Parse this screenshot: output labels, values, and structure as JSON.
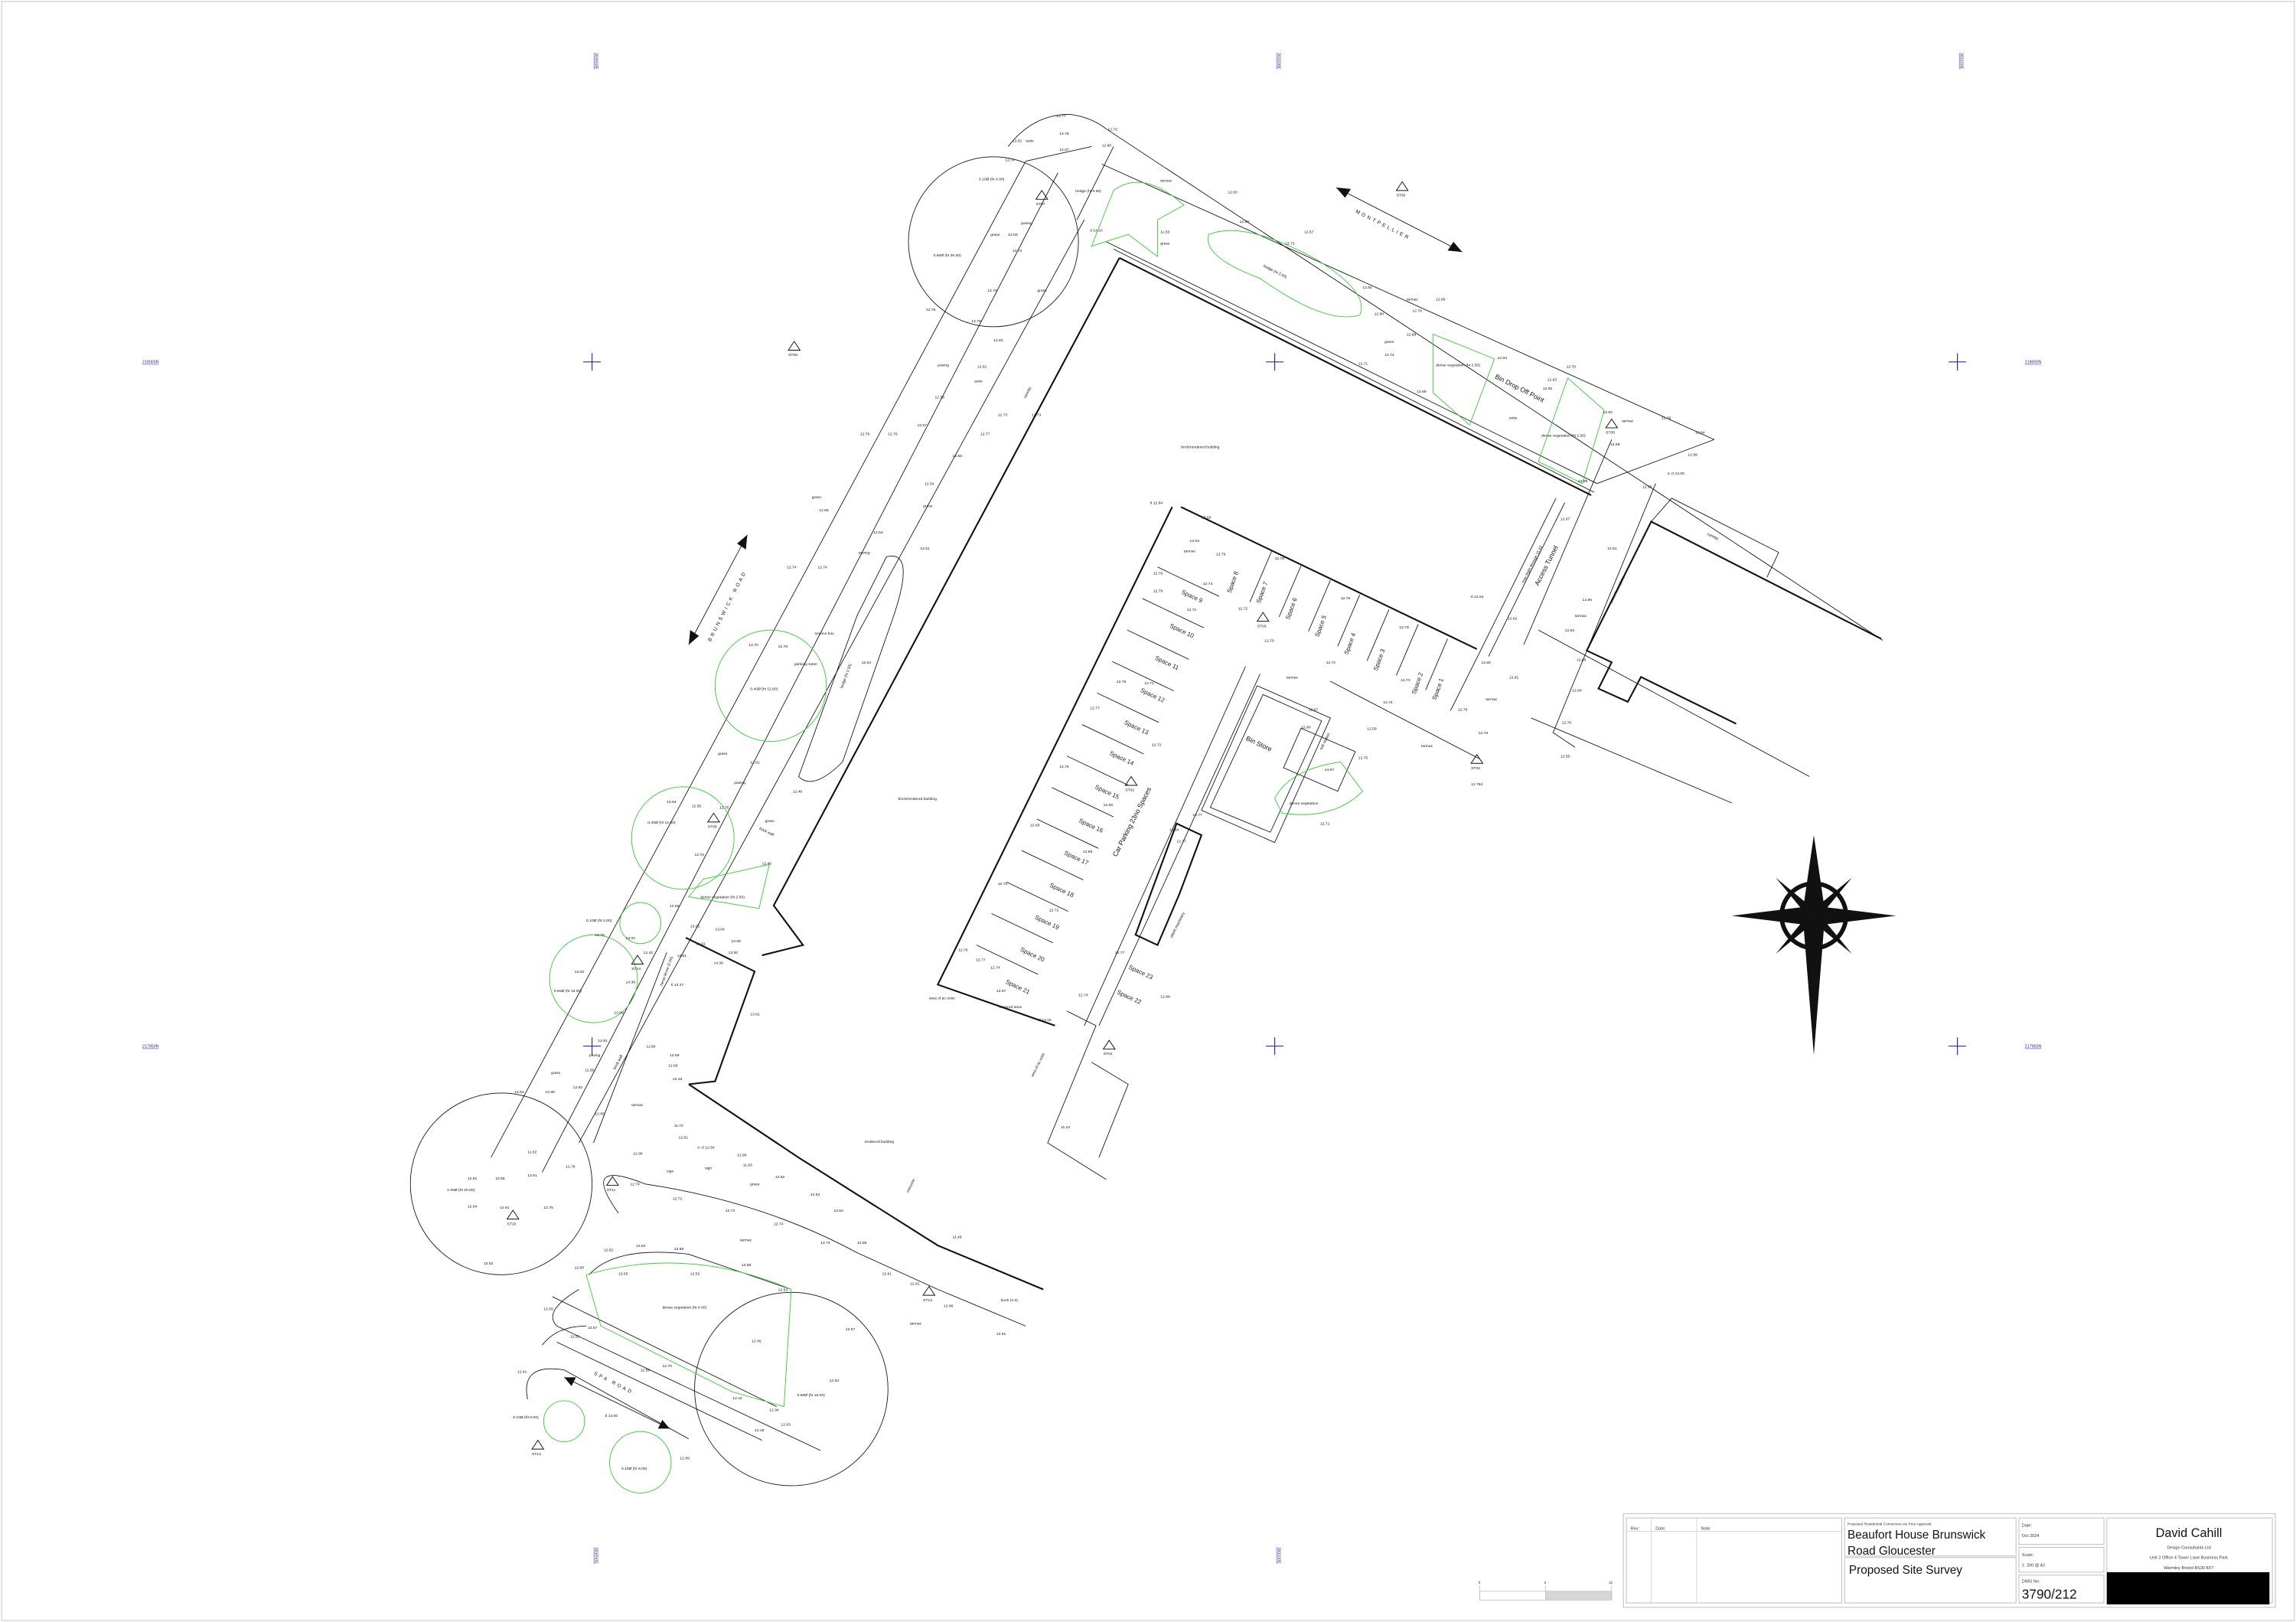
{
  "drawing": {
    "grid": {
      "eastings": [
        "383050E",
        "383100E",
        "383150E"
      ],
      "northings": [
        "218000N",
        "217950N"
      ],
      "color": "#2a2a9a"
    },
    "roads": [
      "MONTPELLIER",
      "BRUNSWICK ROAD",
      "SPA ROAD"
    ],
    "features": {
      "building_1": "brick/rendered building",
      "building_2": "brick/rendered building",
      "building_3": "rendered building",
      "access_tunnel": "Access Tunnel",
      "max_height": "max hight through 15.43",
      "bin_drop": "Bin Drop Off Point",
      "car_parking": "Car Parking 23no Spaces",
      "bin_store": "Bin Store",
      "sub_station": "sub station",
      "sub_station_level": "14.97",
      "plant": "plant/ machinery",
      "canopy": "canopy",
      "canopy_2": "canopy",
      "eaves": "eaves level 22.74",
      "hedge_1": "hedge (ht 0.80)",
      "hedge_2": "hedge (ht 2.50)",
      "hedge_3": "hedge (ht 2.50)",
      "heras": "heras fence (2.00)",
      "service_box": "service box",
      "parking_meter": "parking meter",
      "bush": "bush (4.0)"
    },
    "spaces": [
      "Space 1",
      "Space 2",
      "Space 3",
      "Space 4",
      "Space 5",
      "Space 6",
      "Space 7",
      "Space 8",
      "Space 9",
      "Space 10",
      "Space 11",
      "Space 12",
      "Space 13",
      "Space 14",
      "Space 15",
      "Space 16",
      "Space 17",
      "Space 18",
      "Space 19",
      "Space 20",
      "Space 21",
      "Space 22",
      "Space 23"
    ],
    "stations": [
      "ST01",
      "ST02",
      "ST03",
      "ST04",
      "ST05",
      "ST06",
      "ST07",
      "ST08",
      "ST09",
      "ST10",
      "ST11",
      "ST12",
      "ST13",
      "ST14"
    ],
    "surfaces": [
      "tarmac",
      "tarmac",
      "tarmac",
      "tarmac",
      "tarmac",
      "tarmac",
      "tarmac",
      "tarmac",
      "tarmac",
      "tarmac",
      "tarmac",
      "grass",
      "grass",
      "grass",
      "grass",
      "grass",
      "grass",
      "grass",
      "grass",
      "grass",
      "grass",
      "paving",
      "paving",
      "paving",
      "paving",
      "paving",
      "setts",
      "setts",
      "setts",
      "dense vegetation (ht 2.50)",
      "dense vegetation (ht 2.50)",
      "dense vegetation (ht 2.50)",
      "dense vegetation",
      "dense vegetation (ht 4.00)",
      "brick wall",
      "brick wall",
      "sign",
      "sign",
      "concrete",
      "covered area",
      "area of ac units",
      "area of ac units"
    ],
    "trees": [
      "0.10Ø (ht 4.00)",
      "0.80Ø (ht 26.00)",
      "0.40Ø (ht 12.00)",
      "0.40Ø (ht 12.00)",
      "0.10Ø (ht 4.00)",
      "0.90Ø (ht 18.00)",
      "1.00Ø (ht 20.00)",
      "0.60Ø (ht 16.00)",
      "0.10Ø (ht 6.00)",
      "0.10Ø (ht 8.00)"
    ],
    "levels": [
      "12.77",
      "12.78",
      "12.73",
      "12.81",
      "12.87",
      "12.80",
      "12.74",
      "12.60",
      "12.83",
      "12.67",
      "12.73",
      "12.82",
      "12.80",
      "12.68",
      "12.78",
      "12.89",
      "12.74",
      "12.71",
      "12.69",
      "12.84",
      "12.78",
      "12.83",
      "12.92",
      "12.93",
      "12.76",
      "12.84",
      "12.99",
      "12.99",
      "ic cl 13.00",
      "12.89",
      "12.95",
      "12.87",
      "12.91",
      "12.86",
      "12.83",
      "12.86",
      "12.80",
      "12.70",
      "12.55",
      "tl 12.94",
      "12.82",
      "12.80",
      "12.81",
      "12.76",
      "12.78",
      "12.784",
      "tl 12.94",
      "10.58",
      "13.04",
      "12.76",
      "12.79",
      "12.79",
      "12.72",
      "12.73",
      "12.78",
      "12.72",
      "12.70",
      "12.78",
      "12.72",
      "12.79",
      "12.73",
      "12.74",
      "12.67",
      "12.59",
      "12.90",
      "12.75",
      "12.71",
      "12.76",
      "12.77",
      "12.72",
      "12.75",
      "12.71",
      "12.69",
      "12.69",
      "12.84",
      "12.77",
      "12.77",
      "12.69",
      "12.72",
      "12.72",
      "12.74",
      "12.74",
      "12.77",
      "12.88",
      "12.78",
      "12.77",
      "12.54",
      "12.54",
      "12.66",
      "12.74",
      "12.74",
      "12.51",
      "12.64",
      "12.70",
      "12.70",
      "12.46",
      "12.61",
      "12.64",
      "12.65",
      "12.75",
      "12.70",
      "12.46",
      "12.65",
      "12.70",
      "13.02",
      "12.42",
      "12.61",
      "13.03",
      "14.36",
      "13.05",
      "13.04",
      "13.09",
      "12.01",
      "13.00",
      "14.39",
      "tl 14.27",
      "12.69",
      "13.01",
      "12.91",
      "11.68",
      "12.89",
      "12.69",
      "12.48",
      "12.60",
      "12.64",
      "12.89",
      "12.82",
      "12.85",
      "11.72",
      "12.81",
      "ic cl 12.64",
      "12.86",
      "11.82",
      "12.90",
      "11.93",
      "12.92",
      "12.53",
      "12.62",
      "12.61",
      "12.65",
      "12.61",
      "12.64",
      "12.81",
      "12.75",
      "12.78",
      "12.74",
      "12.72",
      "12.73",
      "12.74",
      "12.74",
      "12.86",
      "12.81",
      "12.81",
      "12.86",
      "12.61",
      "12.62",
      "12.62",
      "12.64",
      "12.59",
      "12.58",
      "12.60",
      "12.65",
      "12.52",
      "12.63",
      "12.55",
      "12.57",
      "12.55",
      "12.45",
      "12.70",
      "12.58",
      "12.57",
      "12.53",
      "12.44",
      "12.34",
      "12.63",
      "12.48",
      "12.41",
      "tl 13.00",
      "12.99",
      "12.73",
      "12.73",
      "12.77",
      "12.68",
      "12.57",
      "12.76",
      "12.78",
      "12.78",
      "12.82",
      "12.81",
      "12.83",
      "12.72",
      "12.78",
      "12.76",
      "12.79",
      "tl 14.10",
      "11.50",
      "11.49",
      "tl 14.15",
      "12.87",
      "11.24"
    ],
    "colors": {
      "vegetation": "#3fcf3f",
      "lines": "#111111",
      "grid": "#2a2a9a",
      "doors": "#1f2fa0"
    }
  },
  "scale_bar": {
    "ticks": [
      "0",
      "5",
      "10"
    ]
  },
  "title_block": {
    "rev_label": "Rev:",
    "date_col_label": "Date:",
    "note_label": "Note",
    "project_subtitle": "Proposed Residential Conversion via Prior Approval",
    "project_line1": "Beaufort House Brunswick",
    "project_line2": "Road Gloucester",
    "drawing_title": "Proposed Site Survey",
    "date_label": "Date:",
    "date_value": "Oct 2024",
    "scale_label": "Scale:",
    "scale_value": "1: 200 @ A1",
    "dwg_label": "DWG No:",
    "dwg_value": "3790/212",
    "firm_name": "David Cahill",
    "firm_line1": "Design Consultants Ltd",
    "firm_line2": "Unit 2 Office 4 Tower Lane Business Park",
    "firm_line3": "Warmley Bristol BS30 8XT"
  }
}
